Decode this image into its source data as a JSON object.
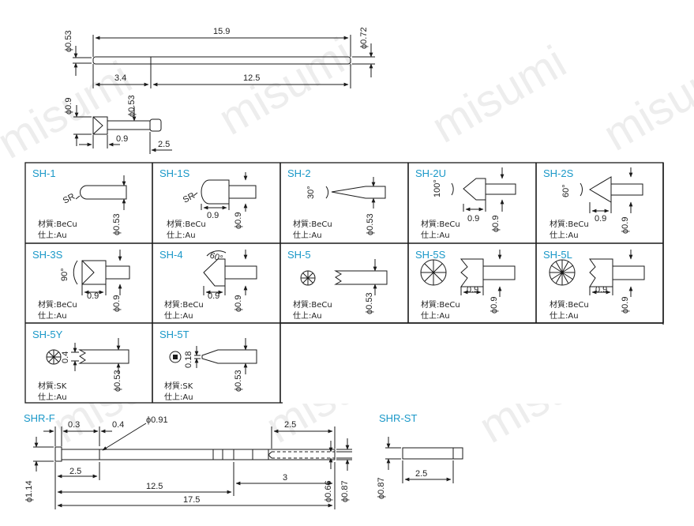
{
  "watermark": "misumi",
  "top_pin": {
    "dia_left": "ϕ0.53",
    "dia_right": "ϕ0.72",
    "total": "15.9",
    "seg_a": "3.4",
    "seg_b": "12.5"
  },
  "small_pin": {
    "dia_tip": "ϕ0.9",
    "dia_shaft": "ϕ0.53",
    "len_a": "0.9",
    "len_b": "2.5"
  },
  "tips": [
    {
      "code": "SH-1",
      "angle": "SR",
      "dia": "ϕ0.53",
      "material": "材質:BeCu",
      "finish": "仕上:Au"
    },
    {
      "code": "SH-1S",
      "angle": "SR",
      "length": "0.9",
      "dia": "ϕ0.9",
      "material": "材質:BeCu",
      "finish": "仕上:Au"
    },
    {
      "code": "SH-2",
      "angle": "30°",
      "dia": "ϕ0.53",
      "material": "材質:BeCu",
      "finish": "仕上:Au"
    },
    {
      "code": "SH-2U",
      "angle": "100°",
      "length": "0.9",
      "dia": "ϕ0.9",
      "material": "材質:BeCu",
      "finish": "仕上:Au"
    },
    {
      "code": "SH-2S",
      "angle": "60°",
      "length": "0.9",
      "dia": "ϕ0.9",
      "material": "材質:BeCu",
      "finish": "仕上:Au"
    },
    {
      "code": "SH-3S",
      "angle": "90°",
      "length": "0.9",
      "dia": "ϕ0.9",
      "material": "材質:BeCu",
      "finish": "仕上:Au"
    },
    {
      "code": "SH-4",
      "angle": "60°",
      "length": "0.9",
      "dia": "ϕ0.9",
      "material": "材質:BeCu",
      "finish": "仕上:Au"
    },
    {
      "code": "SH-5",
      "dia": "ϕ0.53",
      "material": "材質:BeCu",
      "finish": "仕上:Au"
    },
    {
      "code": "SH-5S",
      "length": "0.9",
      "dia": "ϕ0.9",
      "material": "材質:BeCu",
      "finish": "仕上:Au"
    },
    {
      "code": "SH-5L",
      "length": "0.9",
      "dia": "ϕ0.9",
      "material": "材質:BeCu",
      "finish": "仕上:Au"
    },
    {
      "code": "SH-5Y",
      "angle": "0.4",
      "dia": "ϕ0.53",
      "material": "材質:SK",
      "finish": "仕上:Au"
    },
    {
      "code": "SH-5T",
      "angle": "0.18",
      "dia": "ϕ0.53",
      "material": "材質:SK",
      "finish": "仕上:Au"
    }
  ],
  "shr_f": {
    "code": "SHR-F",
    "d1": "0.3",
    "d2": "0.4",
    "d3": "ϕ0.91",
    "d4": "2.5",
    "d5": "2.5",
    "d6": "12.5",
    "d7": "3",
    "d8": "17.5",
    "d9": "ϕ1.14",
    "d10": "ϕ0.66",
    "d11": "ϕ0.87"
  },
  "shr_st": {
    "code": "SHR-ST",
    "dia": "ϕ0.87",
    "len": "2.5"
  }
}
